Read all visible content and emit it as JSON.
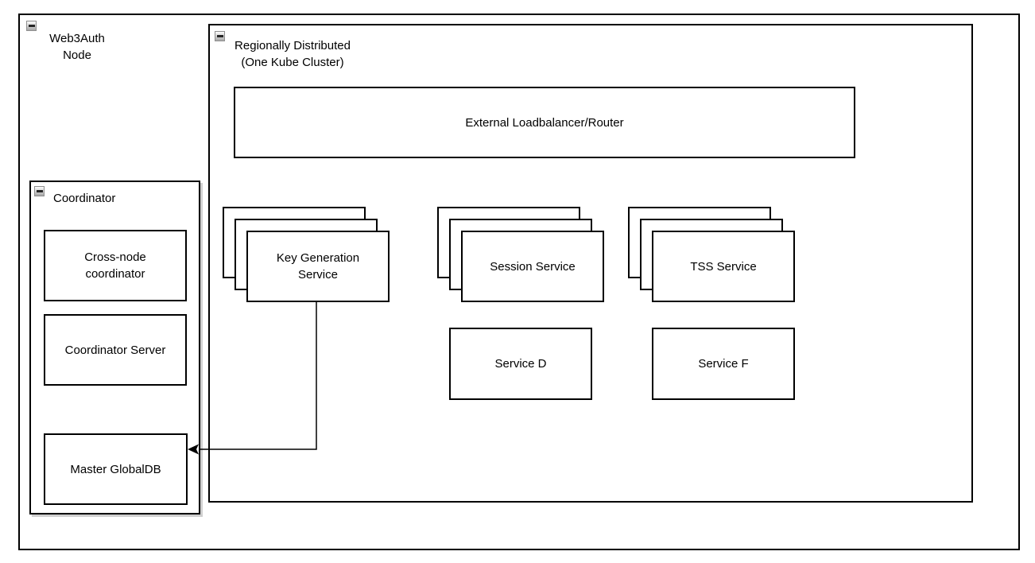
{
  "containers": {
    "web3auth": {
      "label": "Web3Auth\nNode"
    },
    "regional": {
      "label": "Regionally Distributed\n(One Kube Cluster)"
    },
    "coordinator": {
      "label": "Coordinator"
    }
  },
  "nodes": {
    "loadbalancer": {
      "label": "External Loadbalancer/Router"
    },
    "key_generation": {
      "label": "Key Generation\nService",
      "replicas": 3
    },
    "session": {
      "label": "Session Service",
      "replicas": 3
    },
    "tss": {
      "label": "TSS Service",
      "replicas": 3
    },
    "service_d": {
      "label": "Service D"
    },
    "service_f": {
      "label": "Service F"
    },
    "cross_node": {
      "label": "Cross-node\ncoordinator"
    },
    "coordinator_server": {
      "label": "Coordinator Server"
    },
    "master_globaldb": {
      "label": "Master GlobalDB"
    }
  },
  "icons": {
    "collapse": "minus-collapse-button"
  },
  "edges": [
    {
      "from": "key_generation",
      "to": "master_globaldb",
      "style": "orthogonal",
      "arrow": "target"
    }
  ],
  "colors": {
    "stroke": "#000000",
    "background": "#ffffff",
    "coordinator_shadow": "#a8a8a8",
    "collapse_border": "#8f8f8f"
  }
}
